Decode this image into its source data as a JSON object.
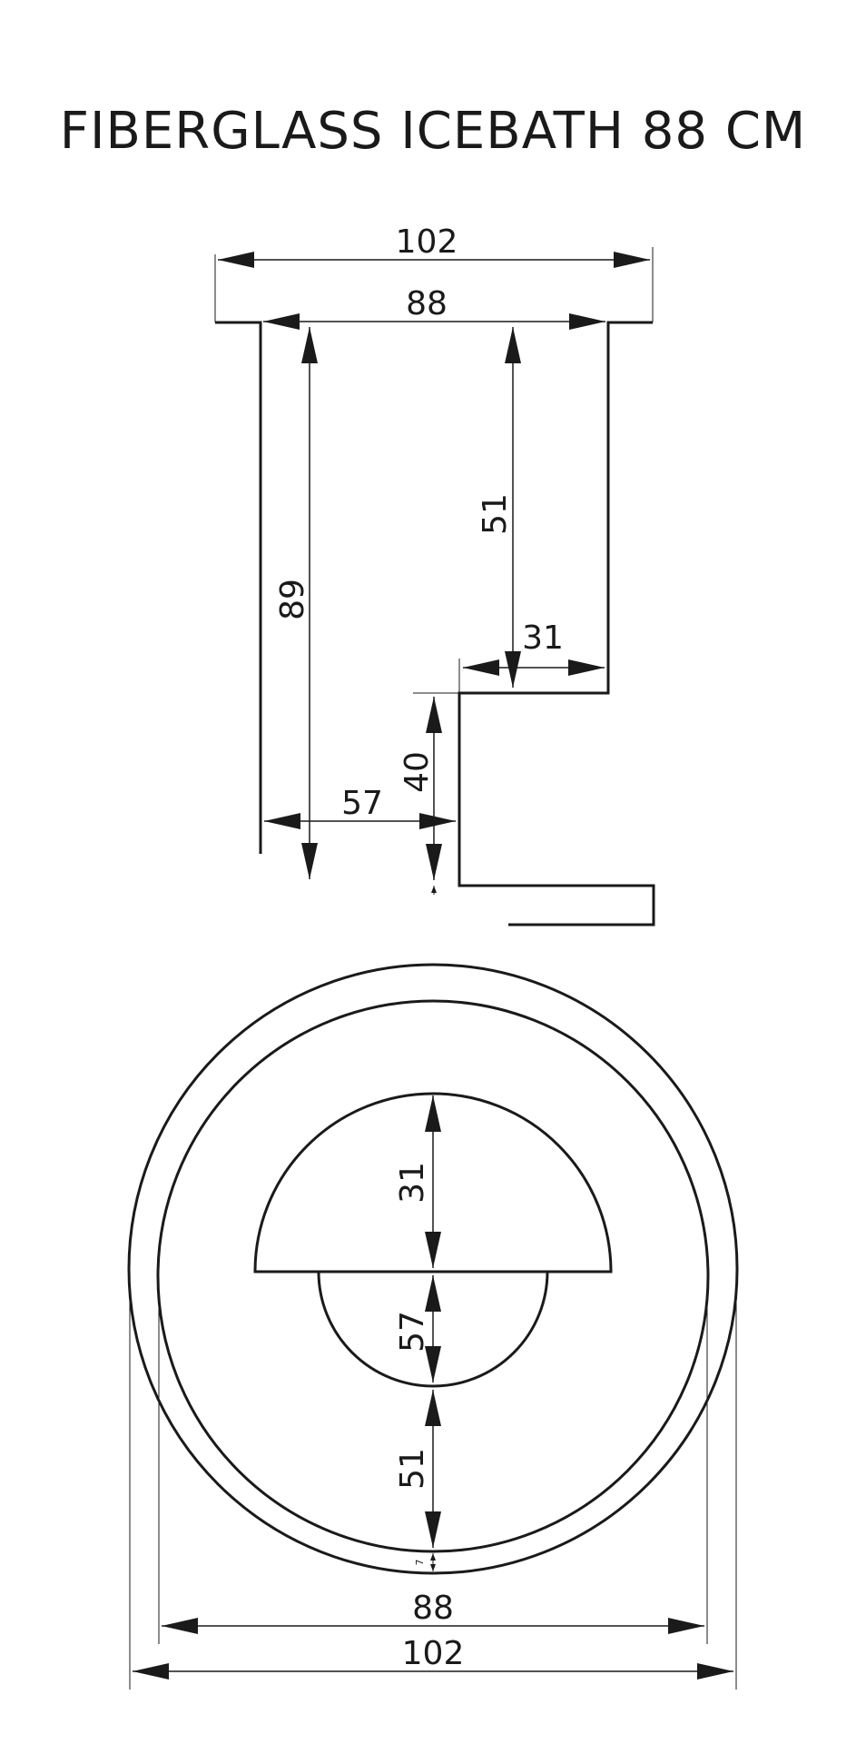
{
  "title": "FIBERGLASS ICEBATH 88 CM",
  "side_view": {
    "outer_width": "102",
    "inner_width": "88",
    "total_depth": "89",
    "deep_section_depth": "51",
    "step_width": "31",
    "seat_height": "40",
    "seat_depth": "57"
  },
  "top_view": {
    "seat_depth": "31",
    "inner_seat_depth": "57",
    "floor_depth": "51",
    "rim": "7",
    "inner_diameter": "88",
    "outer_diameter": "102"
  },
  "colors": {
    "line": "#1a1a1a",
    "background": "#ffffff"
  }
}
